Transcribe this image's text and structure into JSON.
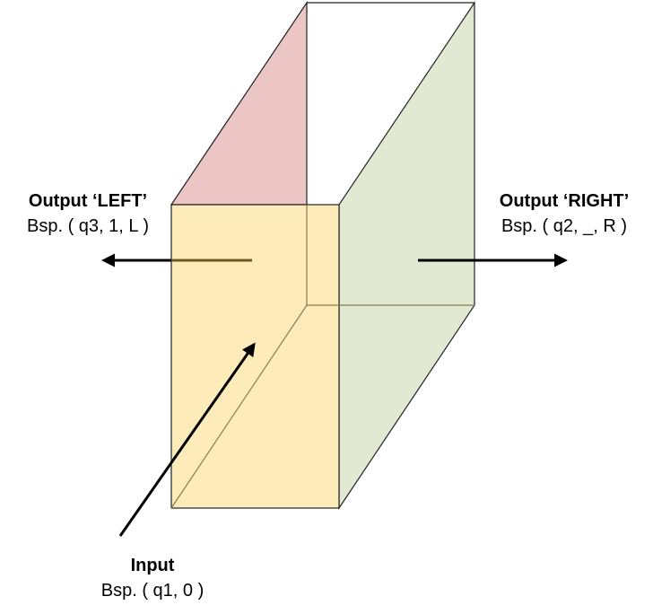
{
  "colors": {
    "front_face": "#fde9b4",
    "left_face": "#ebc6c4",
    "right_face": "#e1e9d2",
    "edge": "#222222",
    "arrow": "#000000",
    "arrow_inside": "#6b5a22"
  },
  "labels": {
    "left_output": {
      "title": "Output ‘LEFT’",
      "example": "Bsp. ( q3, 1, L )"
    },
    "right_output": {
      "title": "Output ‘RIGHT’",
      "example": "Bsp. ( q2, _, R )"
    },
    "input": {
      "title": "Input",
      "example": "Bsp. ( q1, 0 )"
    }
  }
}
